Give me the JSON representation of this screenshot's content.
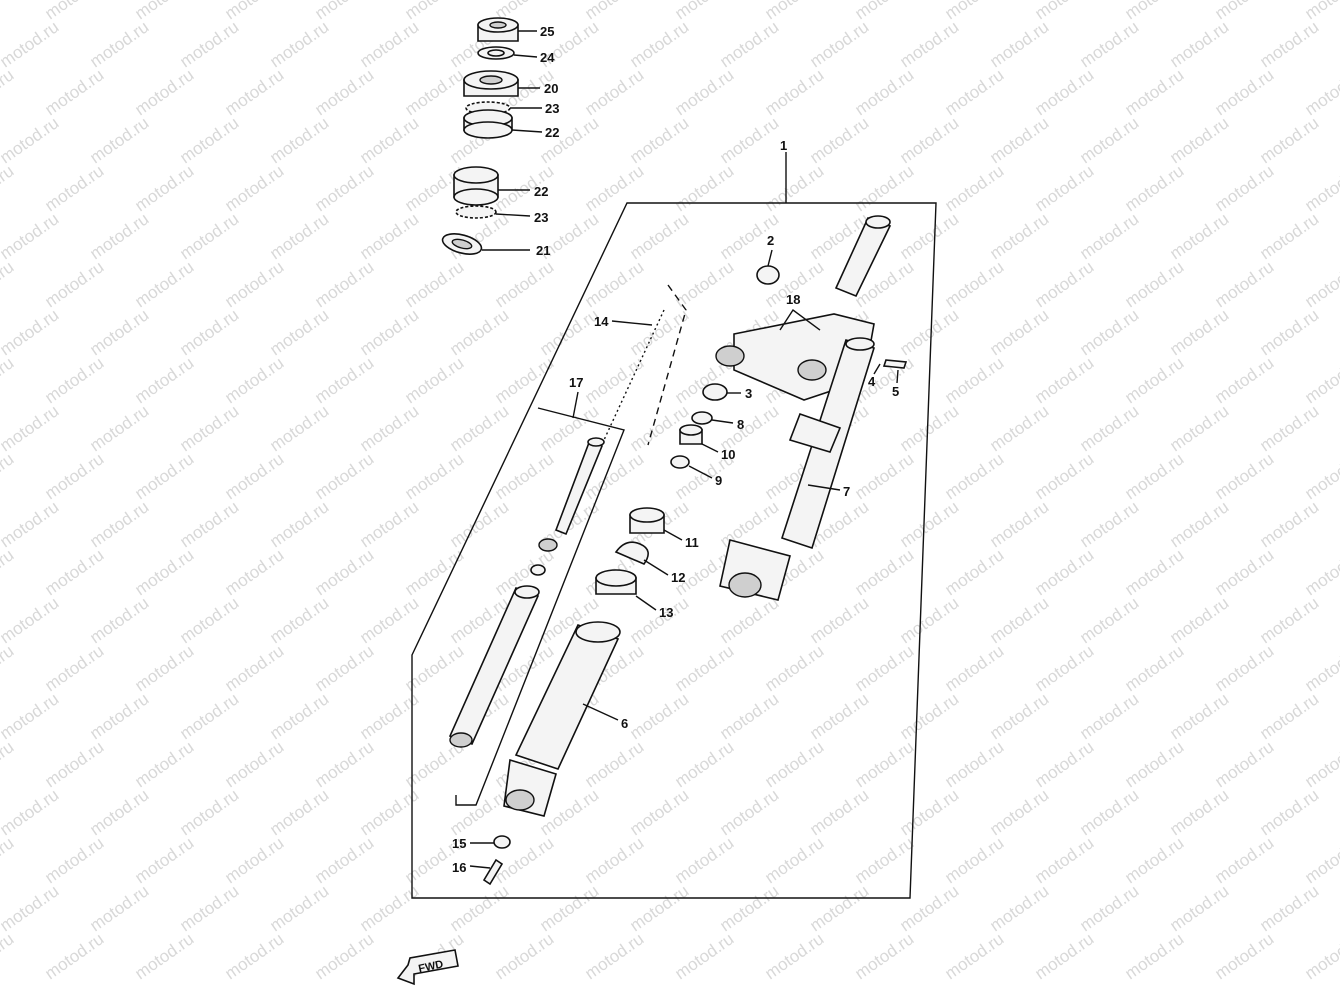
{
  "diagram": {
    "watermark": "motod.ru",
    "direction_label": "FWD",
    "callouts": {
      "c1": "1",
      "c2": "2",
      "c3": "3",
      "c4": "4",
      "c5": "5",
      "c6": "6",
      "c7": "7",
      "c8": "8",
      "c9": "9",
      "c10": "10",
      "c11": "11",
      "c12": "12",
      "c13": "13",
      "c14": "14",
      "c15": "15",
      "c16": "16",
      "c17": "17",
      "c18": "18",
      "c20": "20",
      "c21": "21",
      "c22a": "22",
      "c22b": "22",
      "c23a": "23",
      "c23b": "23",
      "c24": "24",
      "c25": "25"
    }
  }
}
